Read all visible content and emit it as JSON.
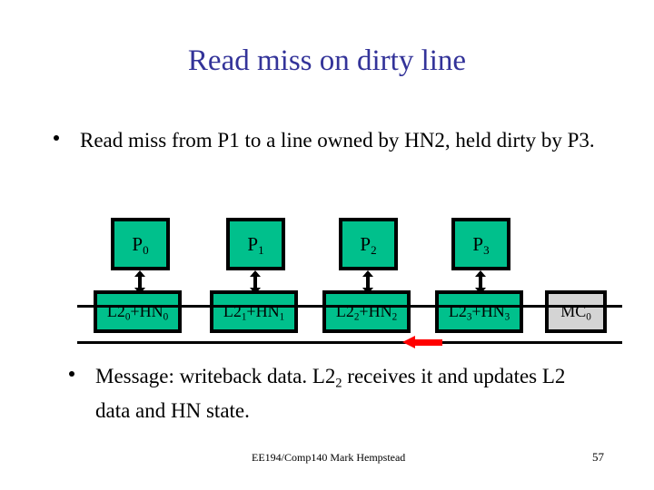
{
  "slide": {
    "title": "Read miss on dirty line",
    "title_color": "#333399",
    "background_color": "#ffffff"
  },
  "bullets": [
    {
      "id": "bullet-1",
      "text": "Read miss from P1 to a line owned by HN2, held dirty by P3."
    },
    {
      "id": "bullet-2",
      "text_before": "Message: writeback data. L2",
      "subscript": "2",
      "text_after": " receives it and updates L2 data and HN state."
    }
  ],
  "diagram": {
    "processors": [
      {
        "base": "P",
        "sub": "0"
      },
      {
        "base": "P",
        "sub": "1"
      },
      {
        "base": "P",
        "sub": "2"
      },
      {
        "base": "P",
        "sub": "3"
      }
    ],
    "memories": [
      {
        "base": "L2",
        "sub": "0",
        "mid": "+HN",
        "sub2": "0",
        "kind": "cache"
      },
      {
        "base": "L2",
        "sub": "1",
        "mid": "+HN",
        "sub2": "1",
        "kind": "cache"
      },
      {
        "base": "L2",
        "sub": "2",
        "mid": "+HN",
        "sub2": "2",
        "kind": "cache"
      },
      {
        "base": "L2",
        "sub": "3",
        "mid": "+HN",
        "sub2": "3",
        "kind": "cache"
      },
      {
        "base": "MC",
        "sub": "0",
        "mid": "",
        "sub2": "",
        "kind": "controller"
      }
    ],
    "colors": {
      "cache_fill": "#00c08c",
      "controller_fill": "#d4d4d4",
      "border": "#000000",
      "message_arrow": "#ff0000"
    },
    "message_arrow": {
      "direction": "left",
      "from": "L2_3",
      "to": "L2_2"
    }
  },
  "footer": {
    "credit": "EE194/Comp140 Mark Hempstead",
    "page_number": "57"
  }
}
